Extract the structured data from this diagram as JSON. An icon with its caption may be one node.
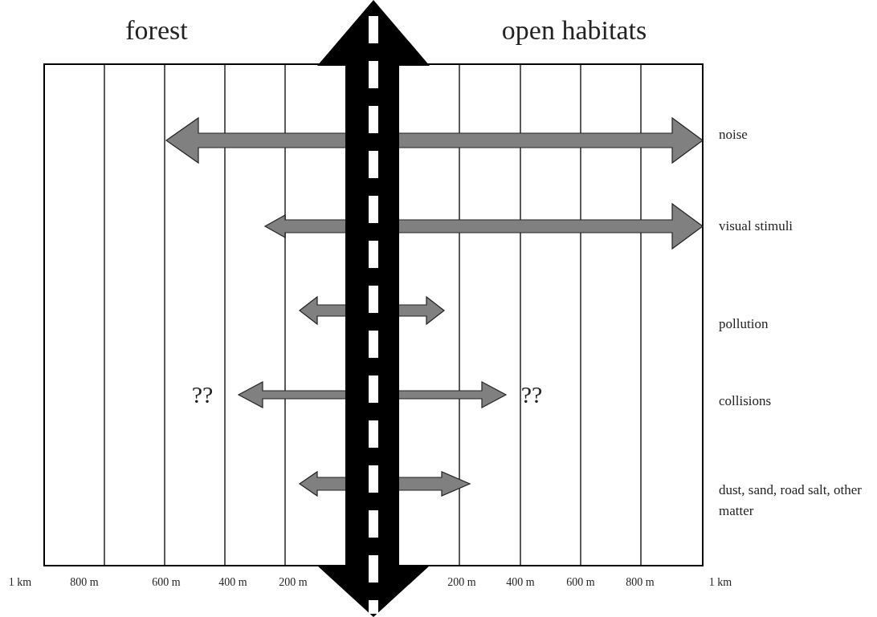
{
  "diagram": {
    "labels": [
      "forest",
      "open habitats",
      "noise",
      "visual stimuli",
      "pollution",
      "??",
      "??",
      "collisions",
      "dust, sand, road salt, other matter",
      "1 km",
      "800 m",
      "600 m",
      "400 m",
      "200 m",
      "200 m",
      "400 m",
      "600 m",
      "800 m",
      "1 km"
    ]
  }
}
